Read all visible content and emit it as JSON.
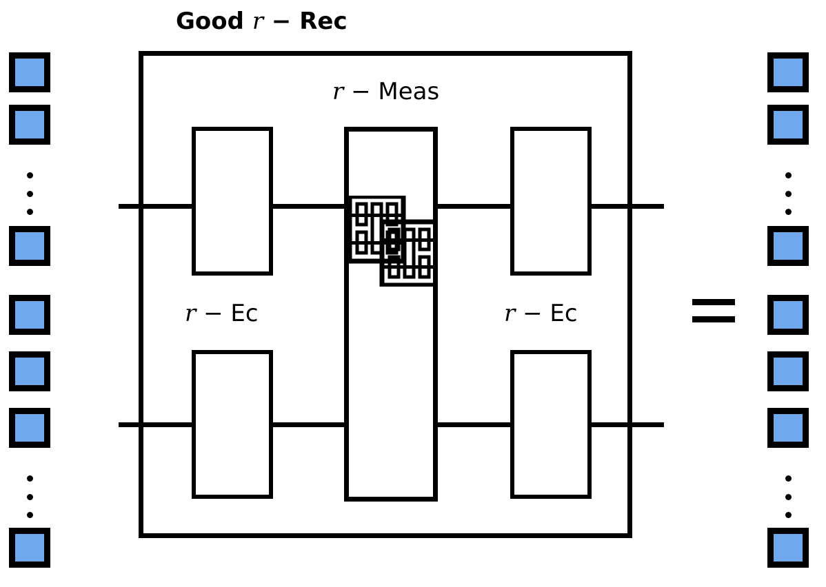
{
  "figure": {
    "kind": "quantum-error-correction-circuit",
    "description": "Good r-Rec rectangle built from r-Ec, r-Meas and a recursively nested sub-circuit, equated to a register of code blocks.",
    "colors": {
      "qubit_block_fill": "#6FA8EC",
      "stroke": "#000000",
      "background": "#FFFFFF"
    }
  },
  "labels": {
    "rectangle": {
      "prefix": "Good ",
      "var": "r",
      "suffix": " − Rec"
    },
    "measurement": {
      "var": "r",
      "suffix": " − Meas"
    },
    "ec_left": {
      "var": "r",
      "suffix": " − Ec"
    },
    "ec_right": {
      "var": "r",
      "suffix": " − Ec"
    },
    "equals": "="
  },
  "left_register": {
    "name": "input-code-blocks",
    "groups": [
      {
        "blocks": 2,
        "ellipsis_after": true,
        "tail_blocks": 1
      },
      {
        "blocks": 3,
        "ellipsis_after": true,
        "tail_blocks": 1
      }
    ],
    "block_count_drawn": 7,
    "ellipsis_count": 2,
    "ellipsis_dots_each": 3
  },
  "right_register": {
    "name": "output-code-blocks",
    "groups": [
      {
        "blocks": 2,
        "ellipsis_after": true,
        "tail_blocks": 1
      },
      {
        "blocks": 3,
        "ellipsis_after": true,
        "tail_blocks": 1
      }
    ],
    "block_count_drawn": 7,
    "ellipsis_count": 2,
    "ellipsis_dots_each": 3
  },
  "circuit": {
    "wires": 2,
    "wire_names": [
      "top-wire",
      "bottom-wire"
    ],
    "gates": [
      {
        "name": "r-ec-gate-top-left",
        "wire": "top",
        "column": 1
      },
      {
        "name": "r-ec-gate-bottom-left",
        "wire": "bottom",
        "column": 1
      },
      {
        "name": "r-meas-gate",
        "wire": "both",
        "column": 2
      },
      {
        "name": "r-ec-gate-top-right",
        "wire": "top",
        "column": 3
      },
      {
        "name": "r-ec-gate-bottom-right",
        "wire": "bottom",
        "column": 3
      }
    ],
    "nested_glyph": {
      "name": "recursive-subcircuit-glyph",
      "note": "self-similar miniature copy of the same rectangle, drawn at two shrinking scales"
    }
  }
}
